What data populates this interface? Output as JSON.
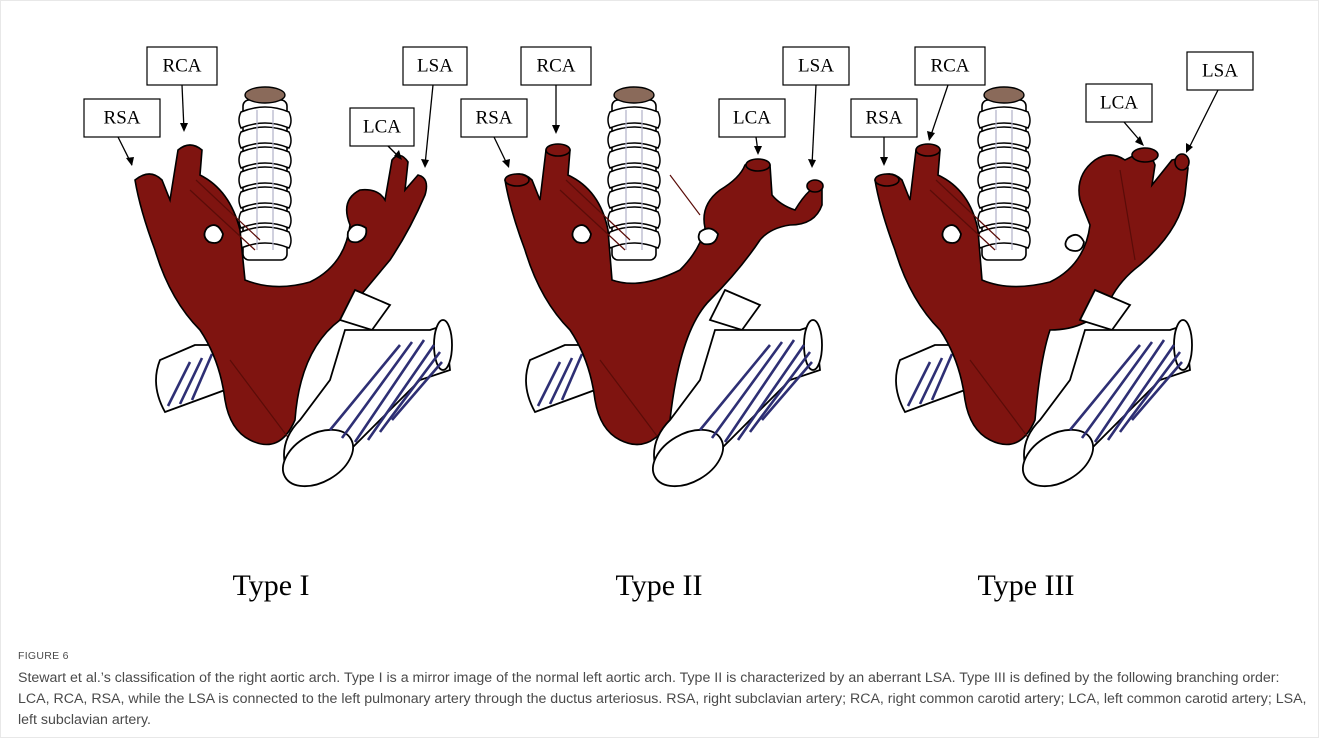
{
  "labels": {
    "rsa": "RSA",
    "rca": "RCA",
    "lca": "LCA",
    "lsa": "LSA"
  },
  "types": [
    "Type I",
    "Type II",
    "Type III"
  ],
  "caption": {
    "label": "FIGURE 6",
    "text": "Stewart et al.’s classification of the right aortic arch. Type I is a mirror image of the normal left aortic arch. Type II is characterized by an aberrant LSA. Type III is defined by the following branching order: LCA, RCA, RSA, while the LSA is connected to the left pulmonary artery through the ductus arteriosus. RSA, right subclavian artery; RCA, right common carotid artery; LCA, left common carotid artery; LSA, left subclavian artery."
  },
  "colors": {
    "aorta": "#7f1410",
    "vessel_stripe": "#2e2f74",
    "caption_text": "#4a4a4a"
  }
}
